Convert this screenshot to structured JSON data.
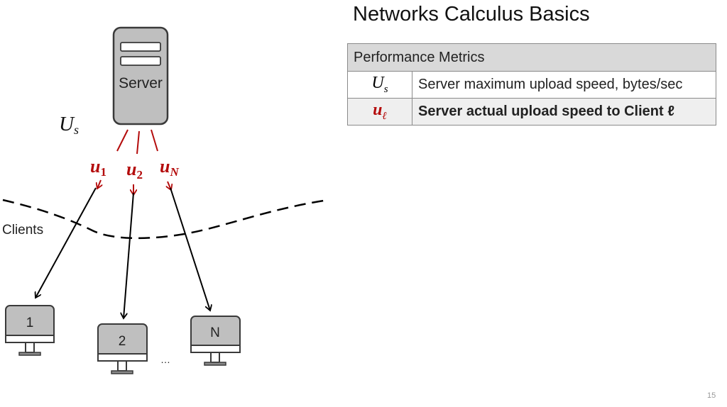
{
  "slide": {
    "title": "Networks Calculus Basics",
    "page_number": "15"
  },
  "diagram": {
    "server_label": "Server",
    "server_rate_symbol": "U",
    "server_rate_subscript": "s",
    "link_labels": [
      {
        "base": "u",
        "sub": "1"
      },
      {
        "base": "u",
        "sub": "2"
      },
      {
        "base": "u",
        "sub": "N"
      }
    ],
    "region_label": "Clients",
    "clients": [
      "1",
      "2",
      "N"
    ],
    "ellipsis": "…",
    "colors": {
      "accent_red": "#b40c0c",
      "device_fill": "#bfbfbf",
      "outline": "#3a3a3a"
    }
  },
  "table": {
    "header": "Performance Metrics",
    "rows": [
      {
        "symbol": "U",
        "symbol_sub": "s",
        "description": "Server maximum upload speed, bytes/sec",
        "emphasis": false
      },
      {
        "symbol": "u",
        "symbol_sub": "ℓ",
        "description": "Server actual upload speed to Client ℓ",
        "emphasis": true
      }
    ]
  }
}
